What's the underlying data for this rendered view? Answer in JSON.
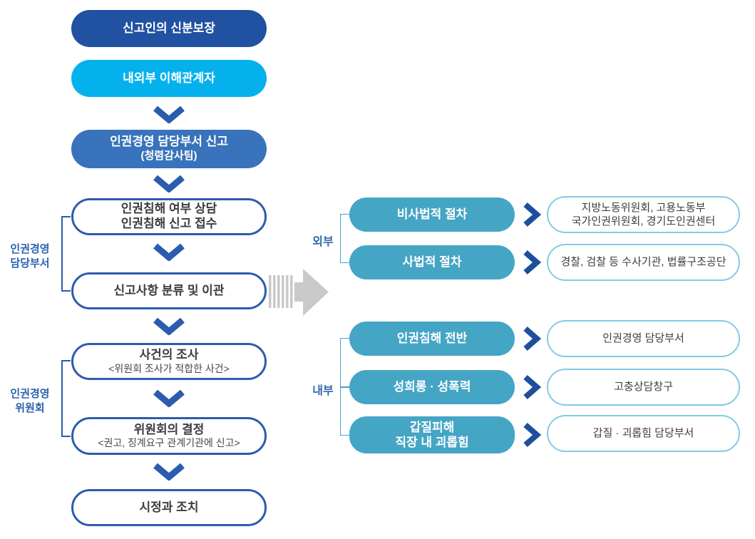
{
  "colors": {
    "dark_blue": "#2151a1",
    "cyan": "#04b1ec",
    "medium_blue": "#3873bb",
    "outline_blue": "#2b5cad",
    "teal": "#45a5c5",
    "chevron_navy": "#1e4f9c",
    "light_blue_border": "#85c9e6",
    "arrow_gray": "#c9c9c9",
    "label_blue": "#3069ae",
    "text_dark": "#3d3d3d"
  },
  "left_flow": {
    "nodes": [
      {
        "line1": "신고인의 신분보장"
      },
      {
        "line1": "내외부 이해관계자"
      },
      {
        "line1": "인권경영 담당부서 신고",
        "line2": "(청렴감사팀)"
      },
      {
        "line1": "인권침해 여부 상담",
        "line2": "인권침해 신고 접수"
      },
      {
        "line1": "신고사항 분류 및 이관"
      },
      {
        "line1": "사건의 조사",
        "line2": "<위원회 조사가 적합한 사건>"
      },
      {
        "line1": "위원회의 결정",
        "line2": "<권고, 징계요구 관계기관에 신고>"
      },
      {
        "line1": "시정과 조치"
      }
    ],
    "group_labels": [
      {
        "line1": "인권경영",
        "line2": "담당부서"
      },
      {
        "line1": "인권경영",
        "line2": "위원회"
      }
    ]
  },
  "right_panel": {
    "groups": [
      {
        "label": "외부",
        "rows": [
          {
            "category_line1": "비사법적 절차",
            "dest_line1": "지방노동위원회, 고용노동부",
            "dest_line2": "국가인권위원회, 경기도인권센터"
          },
          {
            "category_line1": "사법적 절차",
            "dest_line1": "경찰, 검찰 등 수사기관, 법률구조공단"
          }
        ]
      },
      {
        "label": "내부",
        "rows": [
          {
            "category_line1": "인권침해 전반",
            "dest_line1": "인권경영 담당부서"
          },
          {
            "category_line1": "성희롱 · 성폭력",
            "dest_line1": "고충상담창구"
          },
          {
            "category_line1": "갑질피해",
            "category_line2": "직장 내 괴롭힘",
            "dest_line1": "갑질 · 괴롭힘 담당부서"
          }
        ]
      }
    ]
  }
}
